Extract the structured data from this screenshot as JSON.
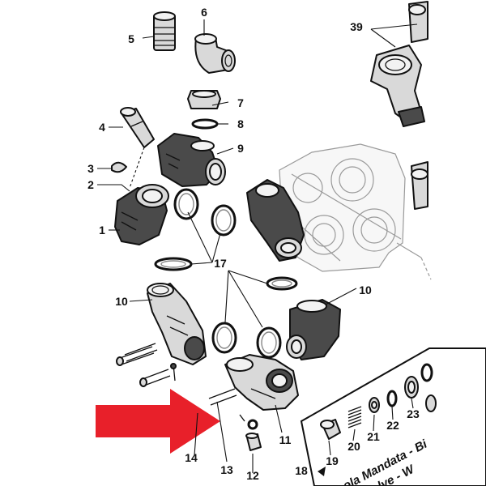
{
  "callouts": {
    "c1": "1",
    "c2": "2",
    "c3": "3",
    "c4": "4",
    "c5": "5",
    "c6": "6",
    "c7": "7",
    "c8": "8",
    "c9": "9",
    "c10a": "10",
    "c10b": "10",
    "c11": "11",
    "c12": "12",
    "c13": "13",
    "c14": "14",
    "c17": "17",
    "c18": "18",
    "c19": "19",
    "c20": "20",
    "c21": "21",
    "c22": "22",
    "c23": "23",
    "c39": "39"
  },
  "caption": {
    "line1": "ola Mandata - Bi",
    "line2": "Valve - W"
  },
  "colors": {
    "arrow": "#e8202a",
    "parts": "#d9d9d9",
    "outline": "#111111"
  },
  "icons": {
    "arrow": "red-arrow-pointer",
    "inset_marker": "triangle-marker"
  }
}
